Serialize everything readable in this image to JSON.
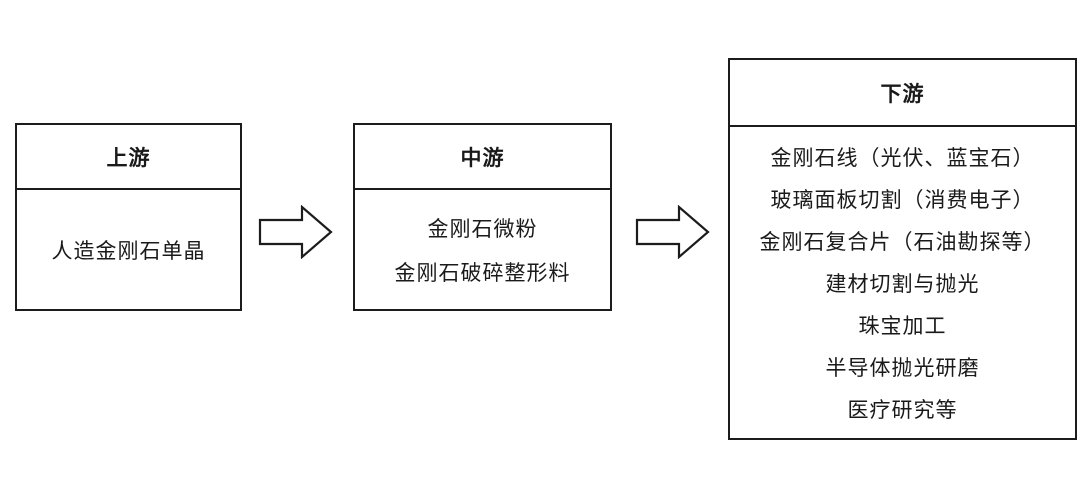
{
  "diagram": {
    "upstream": {
      "title": "上游",
      "items": [
        "人造金刚石单晶"
      ]
    },
    "midstream": {
      "title": "中游",
      "items": [
        "金刚石微粉",
        "金刚石破碎整形料"
      ]
    },
    "downstream": {
      "title": "下游",
      "items": [
        "金刚石线（光伏、蓝宝石）",
        "玻璃面板切割（消费电子）",
        "金刚石复合片（石油勘探等）",
        "建材切割与抛光",
        "珠宝加工",
        "半导体抛光研磨",
        "医疗研究等"
      ]
    }
  },
  "style": {
    "stroke": "#1c1c1c",
    "background": "#ffffff"
  }
}
